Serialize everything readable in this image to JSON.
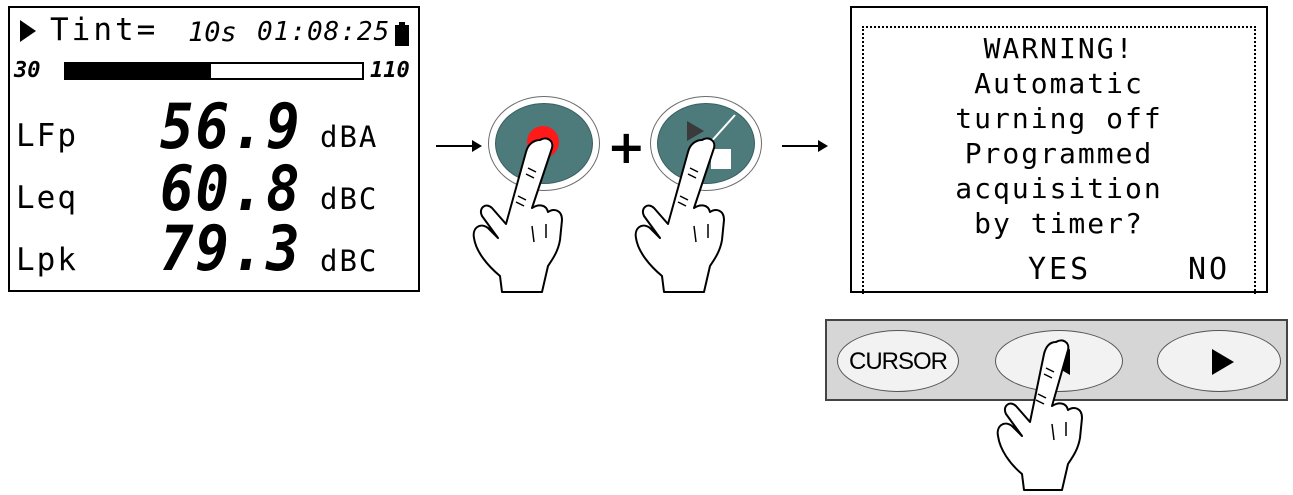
{
  "lcd": {
    "tint_label": "Tint=",
    "tint_value": "10s",
    "clock": "01:08:25",
    "scale_min": "30",
    "scale_max": "110",
    "level_fraction": 0.49,
    "rows": [
      {
        "label": "LFp",
        "value": "56.9",
        "unit": "dBA"
      },
      {
        "label": "Leq",
        "value": "60.8",
        "unit": "dBC"
      },
      {
        "label": "Lpk",
        "value": "79.3",
        "unit": "dBC"
      }
    ]
  },
  "plus_sign": "+",
  "warning": {
    "lines": [
      "WARNING!",
      "Automatic",
      "turning off",
      "Programmed",
      "acquisition",
      "by timer?"
    ],
    "yes": "YES",
    "no": "NO"
  },
  "keypad": {
    "cursor_label": "CURSOR"
  },
  "colors": {
    "button_teal": "#4d7a7b",
    "record_red": "#ff1a1a",
    "panel_grey": "#d6d6d6"
  },
  "icons": [
    "play-icon",
    "battery-icon",
    "record-icon",
    "play-stop-icon",
    "left-arrow-icon",
    "right-arrow-icon",
    "pointing-hand-icon"
  ]
}
